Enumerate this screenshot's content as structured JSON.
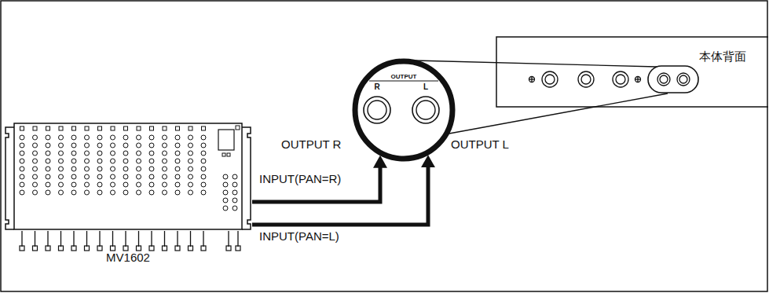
{
  "diagram": {
    "nodes": [
      {
        "text": [
          "MV1602"
        ]
      },
      {
        "text": [
          "OUTPUT",
          "R",
          "L"
        ]
      }
    ],
    "edges": [
      {
        "from": 0,
        "to": 1,
        "label": "INPUT(PAN=R)",
        "arrow": "to"
      },
      {
        "from": 0,
        "to": 1,
        "label": "INPUT(PAN=L)",
        "arrow": "to"
      }
    ],
    "labels": [
      "OUTPUT R",
      "OUTPUT L",
      "本体背面"
    ]
  }
}
